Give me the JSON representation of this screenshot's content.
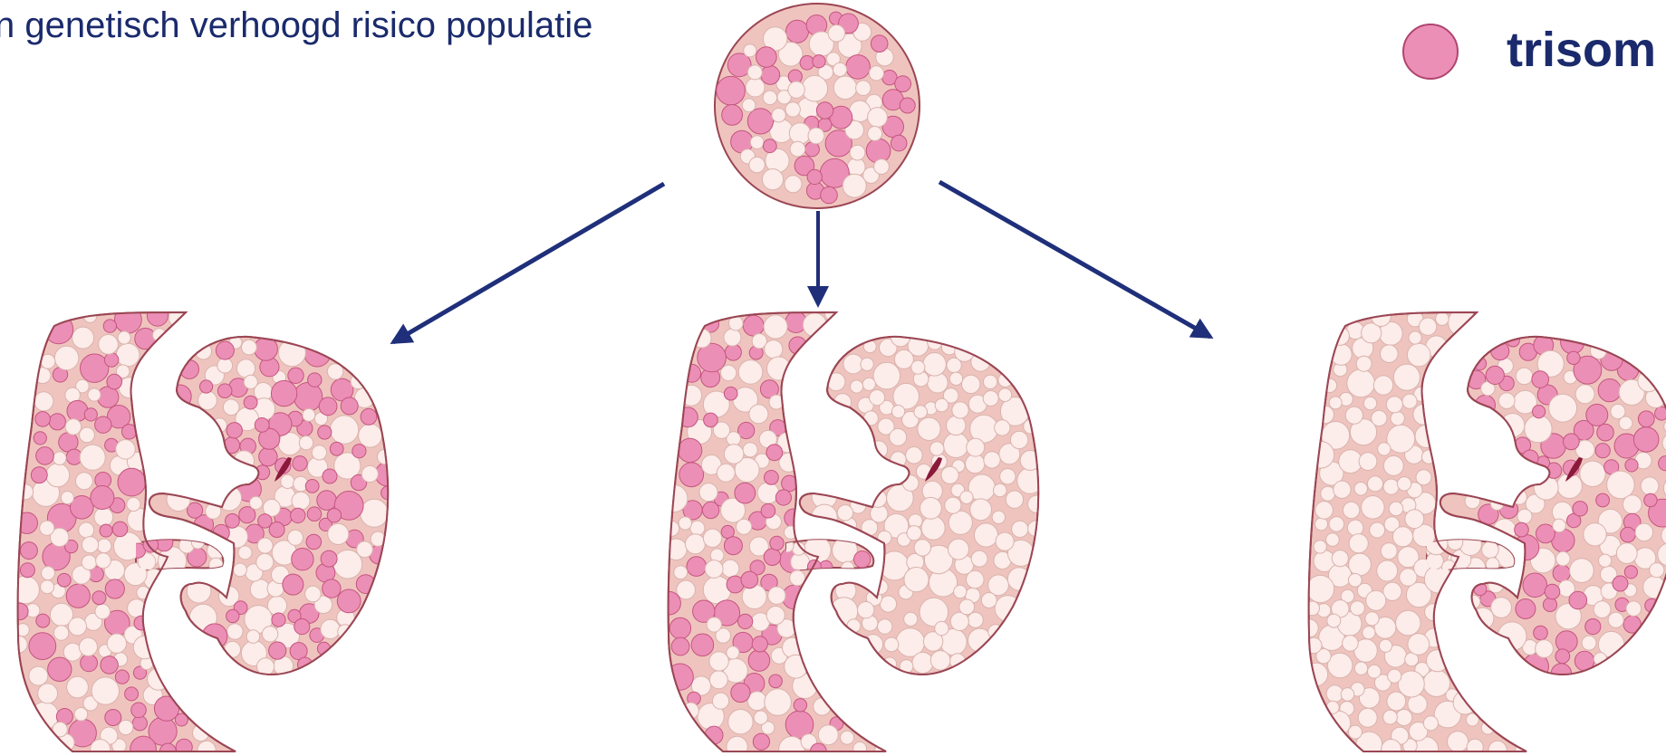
{
  "caption": "n genetisch verhoogd risico populatie",
  "legend": {
    "label": "trisom",
    "color": "#ec8fb7"
  },
  "colors": {
    "affected_cell": "#ec8fb7",
    "normal_cell": "#fcecea",
    "tissue": "#efc4be",
    "outline": "#9b4654",
    "arrow": "#1f2f7a"
  },
  "source_sample": {
    "name": "cell-mix-circle",
    "affected_share": 0.45
  },
  "outcomes": [
    {
      "name": "embryo-left",
      "placenta_affected_share": 0.45,
      "embryo_affected_share": 0.5
    },
    {
      "name": "embryo-middle",
      "placenta_affected_share": 0.4,
      "embryo_affected_share": 0.0
    },
    {
      "name": "embryo-right",
      "placenta_affected_share": 0.0,
      "embryo_affected_share": 0.5
    }
  ]
}
